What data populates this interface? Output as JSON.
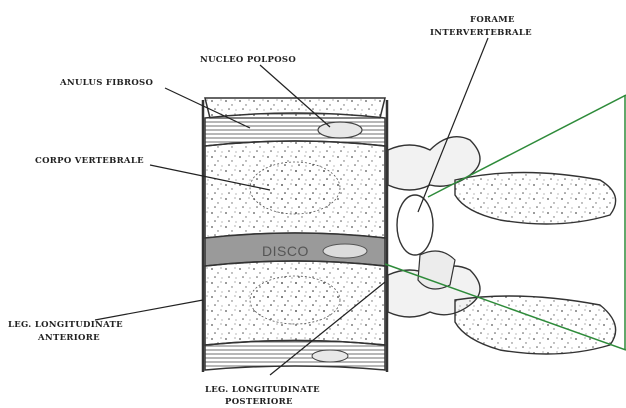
{
  "labels": {
    "nucleo": "NUCLEO POLPOSO",
    "forame_1": "FORAME",
    "forame_2": "INTERVERTEBRALE",
    "anulus": "ANULUS FIBROSO",
    "corpo": "CORPO VERTEBRALE",
    "disco": "DISCO",
    "leg_ant_1": "LEG. LONGITUDINATE",
    "leg_ant_2": "ANTERIORE",
    "leg_post_1": "LEG. LONGITUDINATE",
    "leg_post_2": "POSTERIORE"
  },
  "colors": {
    "ink": "#2b2b2b",
    "disc_fill": "#8a8a8a",
    "pointer_green": "#2e8b3a"
  }
}
